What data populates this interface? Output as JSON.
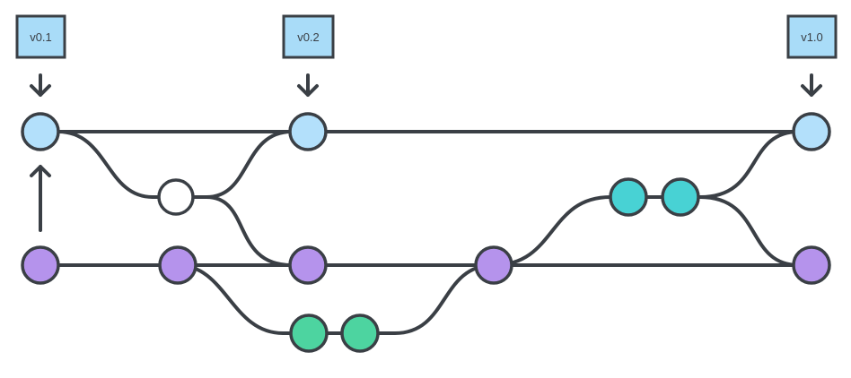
{
  "colors": {
    "stroke": "#3a3f45",
    "tag_fill": "#a9dcf8",
    "master_node": "#b3e0fb",
    "develop_node": "#b593ec",
    "hotfix_node": "#ffffff",
    "feature_node": "#4dd4a0",
    "release_node": "#48d2d4"
  },
  "tags": [
    {
      "id": "v01",
      "label": "v0.1"
    },
    {
      "id": "v02",
      "label": "v0.2"
    },
    {
      "id": "v10",
      "label": "v1.0"
    }
  ],
  "icons": {
    "tag_pointer": "arrow-down-icon",
    "origin_pointer": "arrow-up-icon"
  }
}
